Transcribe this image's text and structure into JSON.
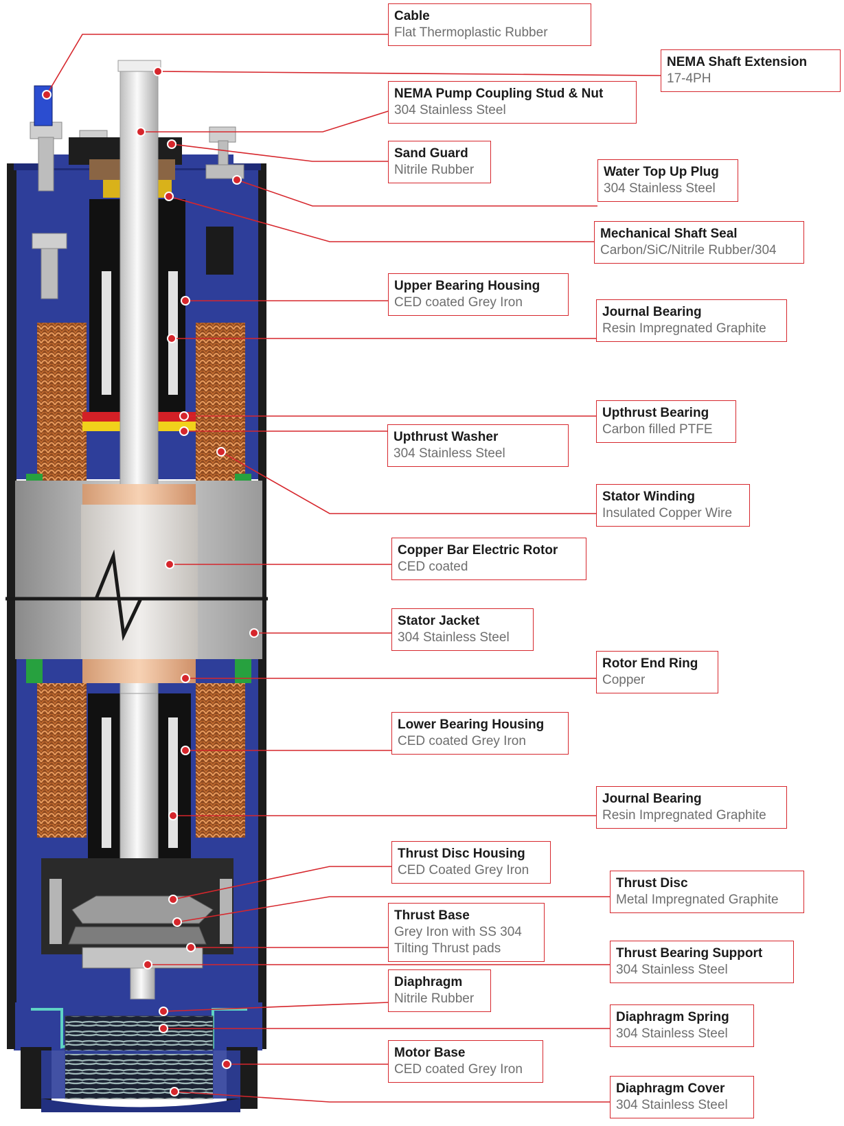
{
  "callouts": [
    {
      "id": "cable",
      "title": "Cable",
      "sub": "Flat Thermoplastic Rubber"
    },
    {
      "id": "nema-shaft-extension",
      "title": "NEMA Shaft Extension",
      "sub": "17-4PH"
    },
    {
      "id": "nema-pump-coupling",
      "title": "NEMA Pump Coupling Stud & Nut",
      "sub": "304 Stainless Steel"
    },
    {
      "id": "sand-guard",
      "title": "Sand Guard",
      "sub": "Nitrile Rubber"
    },
    {
      "id": "water-top-up-plug",
      "title": "Water Top Up Plug",
      "sub": "304 Stainless Steel"
    },
    {
      "id": "mechanical-shaft-seal",
      "title": "Mechanical Shaft Seal",
      "sub": "Carbon/SiC/Nitrile Rubber/304"
    },
    {
      "id": "upper-bearing-housing",
      "title": "Upper Bearing Housing",
      "sub": "CED coated Grey Iron"
    },
    {
      "id": "journal-bearing-upper",
      "title": "Journal Bearing",
      "sub": "Resin Impregnated Graphite"
    },
    {
      "id": "upthrust-bearing",
      "title": "Upthrust Bearing",
      "sub": "Carbon filled PTFE"
    },
    {
      "id": "upthrust-washer",
      "title": "Upthrust Washer",
      "sub": "304 Stainless Steel"
    },
    {
      "id": "stator-winding",
      "title": "Stator Winding",
      "sub": "Insulated Copper Wire"
    },
    {
      "id": "copper-bar-electric-rotor",
      "title": "Copper Bar Electric Rotor",
      "sub": "CED coated"
    },
    {
      "id": "stator-jacket",
      "title": "Stator Jacket",
      "sub": "304 Stainless Steel"
    },
    {
      "id": "rotor-end-ring",
      "title": "Rotor End Ring",
      "sub": "Copper"
    },
    {
      "id": "lower-bearing-housing",
      "title": "Lower Bearing Housing",
      "sub": "CED coated Grey Iron"
    },
    {
      "id": "journal-bearing-lower",
      "title": "Journal Bearing",
      "sub": "Resin Impregnated Graphite"
    },
    {
      "id": "thrust-disc-housing",
      "title": "Thrust Disc Housing",
      "sub": "CED Coated Grey Iron"
    },
    {
      "id": "thrust-disc",
      "title": "Thrust Disc",
      "sub": "Metal Impregnated Graphite"
    },
    {
      "id": "thrust-base",
      "title": "Thrust Base",
      "sub": "Grey Iron with SS 304\nTilting Thrust pads"
    },
    {
      "id": "thrust-bearing-support",
      "title": "Thrust Bearing Support",
      "sub": "304 Stainless Steel"
    },
    {
      "id": "diaphragm",
      "title": "Diaphragm",
      "sub": "Nitrile Rubber"
    },
    {
      "id": "diaphragm-spring",
      "title": "Diaphragm Spring",
      "sub": "304 Stainless Steel"
    },
    {
      "id": "motor-base",
      "title": "Motor Base",
      "sub": "CED coated Grey Iron"
    },
    {
      "id": "diaphragm-cover",
      "title": "Diaphragm Cover",
      "sub": "304 Stainless Steel"
    }
  ],
  "colors": {
    "accent": "#d6262c",
    "housing": "#2e3e9a",
    "copper": "#b8672e",
    "steel": "#c9c9c9",
    "seal_green": "#27a13f",
    "shaft": "#e6e6e6"
  }
}
